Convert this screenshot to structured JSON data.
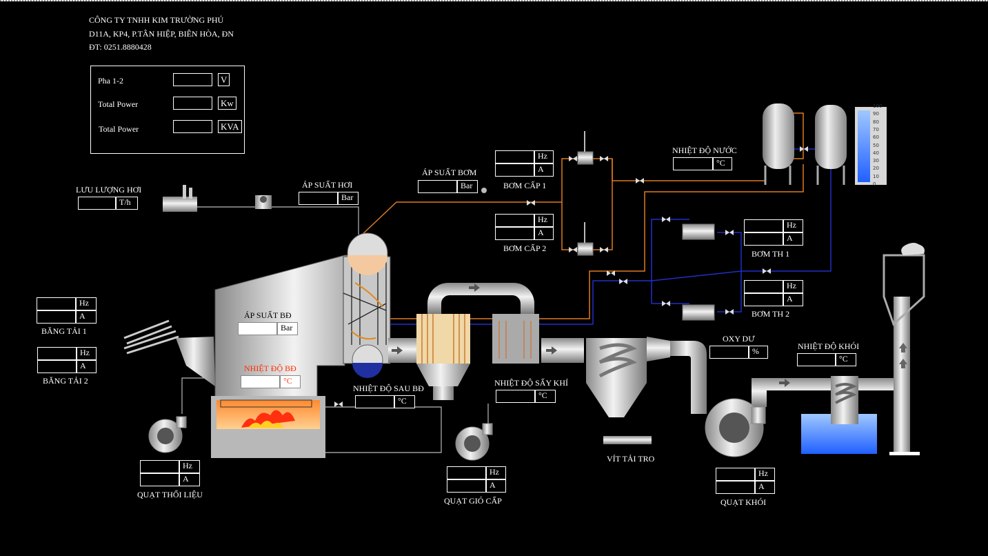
{
  "company": {
    "name": "CÔNG TY TNHH KIM TRƯỜNG PHÚ",
    "address": "D11A, KP4, P.TÂN HIỆP, BIÊN HÒA, ĐN",
    "phone": "ĐT: 0251.8880428"
  },
  "power_panel": {
    "rows": [
      {
        "label": "Pha 1-2",
        "unit": "V"
      },
      {
        "label": "Total Power",
        "unit": "Kw"
      },
      {
        "label": "Total Power",
        "unit": "KVA"
      }
    ]
  },
  "labels": {
    "luu_luong_hoi": "LƯU LƯỢNG HƠI",
    "ap_suat_hoi": "ÁP SUẤT HƠI",
    "ap_suat_bom": "ÁP SUẤT BƠM",
    "bom_cap_1": "BƠM CẤP 1",
    "bom_cap_2": "BƠM CẤP 2",
    "nhiet_do_nuoc": "NHIỆT ĐỘ NƯỚC",
    "bom_th_1": "BƠM TH 1",
    "bom_th_2": "BƠM TH 2",
    "bang_tai_1": "BĂNG TẢI 1",
    "bang_tai_2": "BĂNG TẢI 2",
    "ap_suat_bd": "ÁP SUẤT BĐ",
    "nhiet_do_bd": "NHIỆT ĐỘ BĐ",
    "nhiet_do_sau_bd": "NHIỆT ĐỘ SAU BĐ",
    "nhiet_do_say_khi": "NHIỆT ĐỘ SẤY KHÍ",
    "oxy_du": "OXY DƯ",
    "nhiet_do_khoi": "NHIỆT ĐỘ KHÓI",
    "quat_thoi_lieu": "QUẠT THỔI LIỆU",
    "quat_gio_cap": "QUẠT GIÓ CẤP",
    "vit_tai_tro": "VÍT TẢI TRO",
    "quat_khoi": "QUẠT KHÓI"
  },
  "units": {
    "hz": "Hz",
    "a": "A",
    "bar": "Bar",
    "th": "T/h",
    "c": "°C",
    "pct": "%"
  },
  "gauge_ticks": [
    "100",
    "90",
    "80",
    "70",
    "60",
    "50",
    "40",
    "30",
    "20",
    "10",
    "0"
  ],
  "colors": {
    "background": "#000000",
    "steam_line": "#e07a20",
    "water_line": "#2030c0",
    "fire": "#ff5010"
  }
}
